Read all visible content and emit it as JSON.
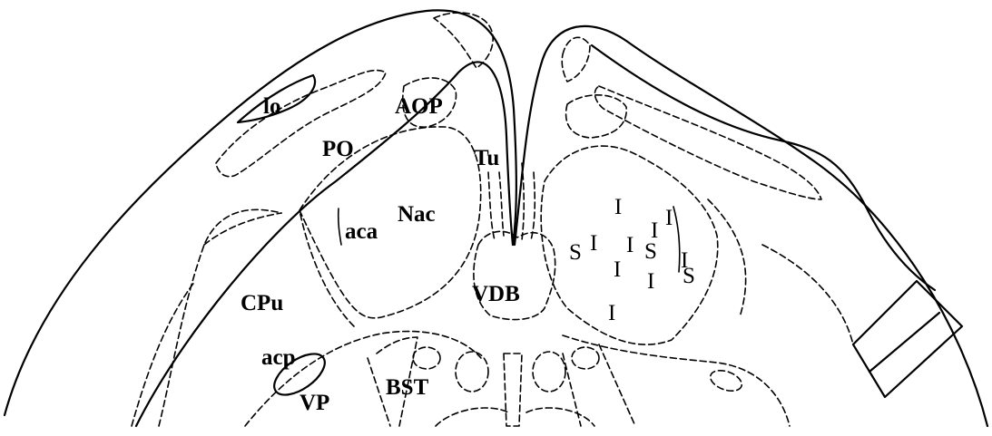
{
  "labels": {
    "lo": "lo",
    "po": "PO",
    "aop": "AOP",
    "tu": "Tu",
    "aca": "aca",
    "nac": "Nac",
    "cpu": "CPu",
    "vdb": "VDB",
    "acp": "acp",
    "vp": "VP",
    "bst": "BST"
  },
  "markers": {
    "i": "I",
    "s": "S"
  }
}
